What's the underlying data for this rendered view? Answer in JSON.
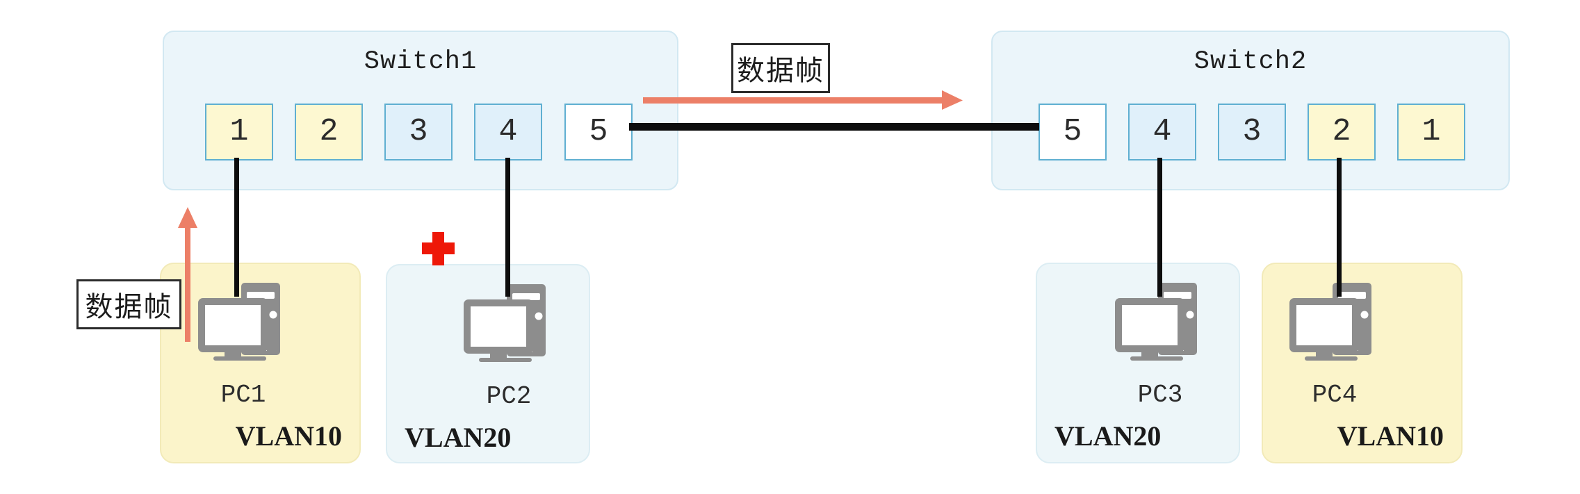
{
  "switch1": {
    "title": "Switch1",
    "ports": [
      {
        "label": "1",
        "vlan": "vlan10"
      },
      {
        "label": "2",
        "vlan": "vlan10"
      },
      {
        "label": "3",
        "vlan": "vlan20"
      },
      {
        "label": "4",
        "vlan": "vlan20"
      },
      {
        "label": "5",
        "vlan": "trunk"
      }
    ]
  },
  "switch2": {
    "title": "Switch2",
    "ports": [
      {
        "label": "5",
        "vlan": "trunk"
      },
      {
        "label": "4",
        "vlan": "vlan20"
      },
      {
        "label": "3",
        "vlan": "vlan20"
      },
      {
        "label": "2",
        "vlan": "vlan10"
      },
      {
        "label": "1",
        "vlan": "vlan10"
      }
    ]
  },
  "pcs": [
    {
      "name": "PC1",
      "vlan": "VLAN10",
      "theme": "vlan10",
      "vlan_align": "right"
    },
    {
      "name": "PC2",
      "vlan": "VLAN20",
      "theme": "vlan20",
      "vlan_align": "left"
    },
    {
      "name": "PC3",
      "vlan": "VLAN20",
      "theme": "vlan20",
      "vlan_align": "left"
    },
    {
      "name": "PC4",
      "vlan": "VLAN10",
      "theme": "vlan10",
      "vlan_align": "right"
    }
  ],
  "annotations": {
    "frame_label_top": "数据帧",
    "frame_label_left": "数据帧"
  },
  "colors": {
    "switch_fill": "#ebf5fa",
    "switch_border": "#d2e8f2",
    "port_border": "#5fafd1",
    "port_vlan10_fill": "#fdf8d1",
    "port_vlan20_fill": "#e0f0fa",
    "port_trunk_fill": "#ffffff",
    "pc_vlan10_fill": "#fbf4ca",
    "pc_vlan20_fill": "#edf6f9",
    "cable": "#0d0d0d",
    "frame_arrow": "#ec7f67",
    "blocked_cross": "#ee1808",
    "pc_icon_gray": "#8d8d8d"
  }
}
